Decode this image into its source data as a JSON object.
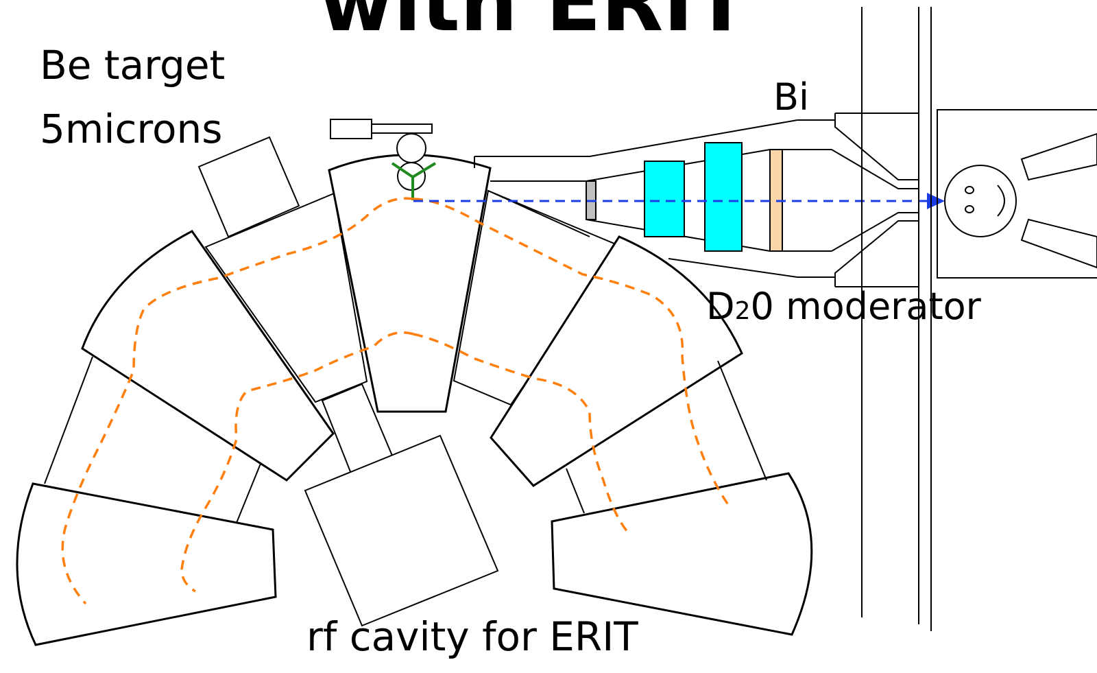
{
  "title": "with ERIT",
  "labels": {
    "be_target": "Be target",
    "thickness": "5microns",
    "bi": "Bi",
    "d2o_prefix": "D",
    "d2o_sub": "2",
    "d2o_suffix": "0 moderator",
    "rf_cavity": "rf cavity for ERIT"
  },
  "colors": {
    "orbit": "#ff7f0e",
    "neutron_beam": "#1a3de6",
    "filter": "#00ffff",
    "d2o": "#fcd5a8",
    "bi_disc": "#c0c0c0",
    "injector": "#1f8a1f"
  }
}
